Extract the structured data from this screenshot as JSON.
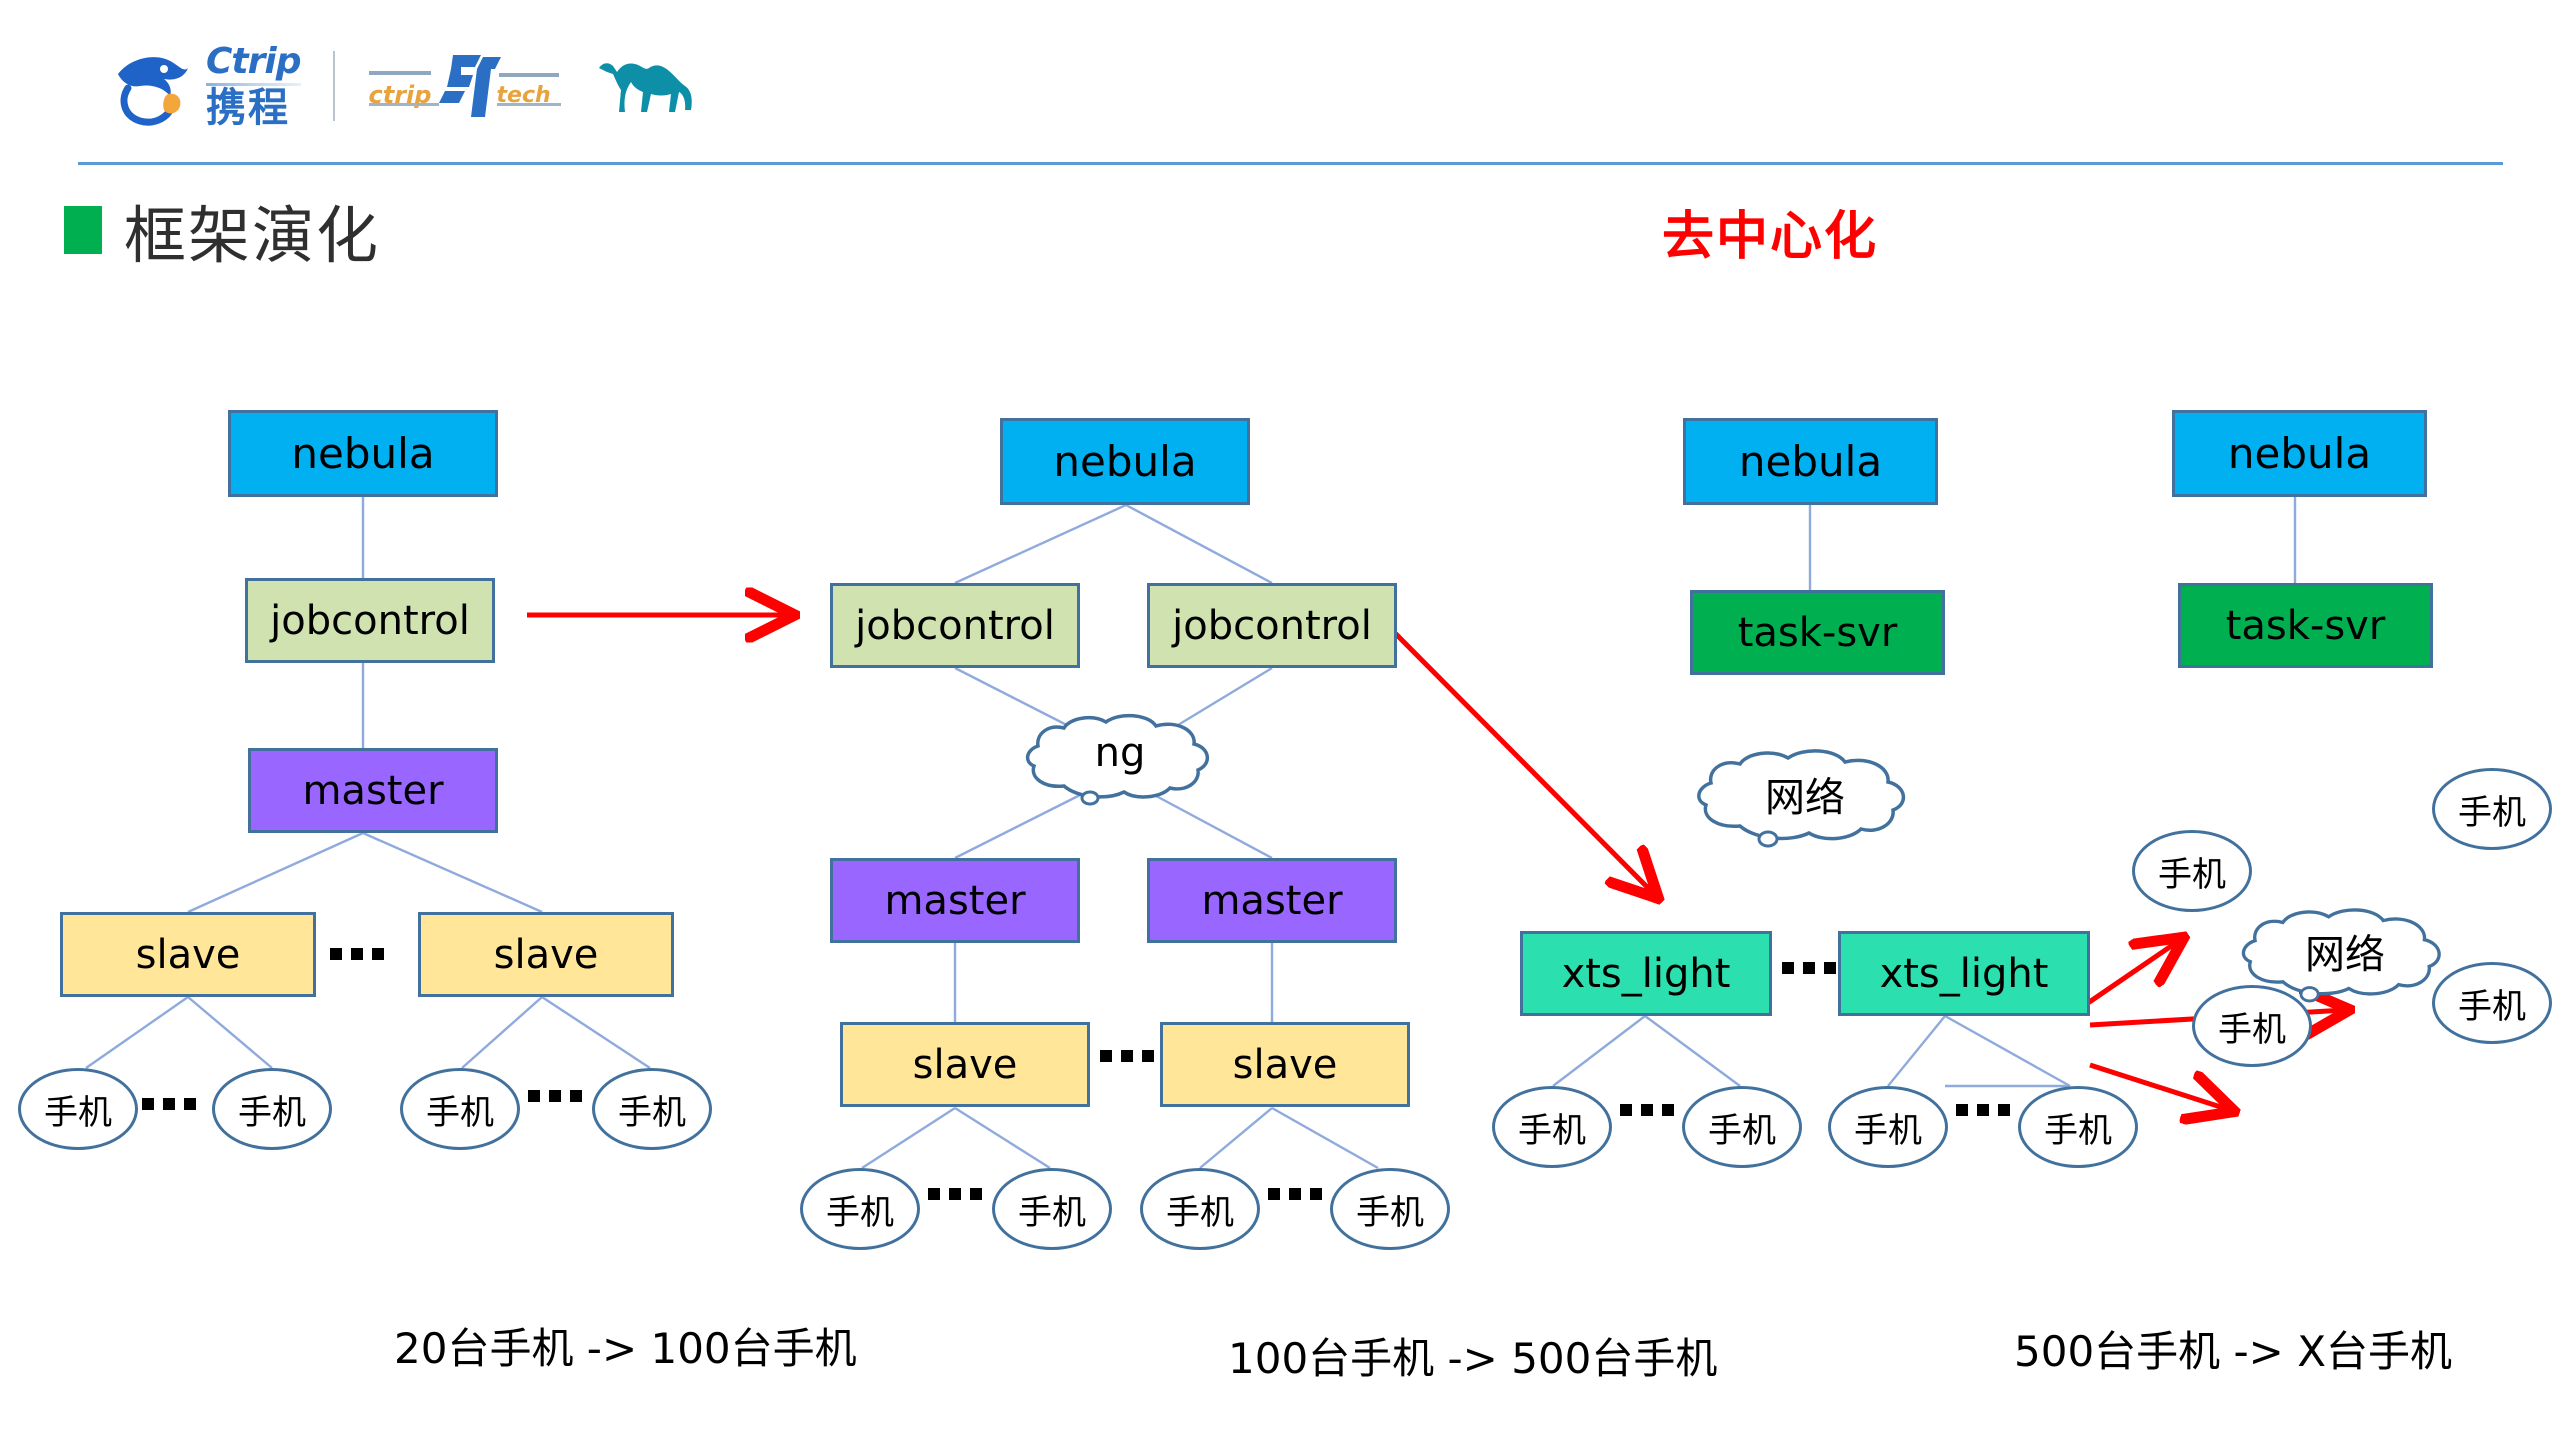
{
  "header": {
    "logos": [
      {
        "name": "ctrip-logo",
        "en": "Ctrip",
        "cn": "携程"
      },
      {
        "name": "ctrip-tech-logo",
        "left": "ctrip",
        "right": "tech"
      },
      {
        "name": "camel-logo",
        "alt": "camel"
      }
    ]
  },
  "title": {
    "bullet_color": "#00b050",
    "text": "框架演化"
  },
  "decentralize": {
    "text": "去中心化",
    "color": "#ff0000"
  },
  "colors": {
    "nebula": "#00b0f0",
    "jobcontrol": "#cfe2b0",
    "master": "#9966ff",
    "slave": "#ffe699",
    "task_svr": "#00b050",
    "xts_light": "#2be0ae",
    "node_border": "#41719c",
    "connector": "#8faadc",
    "arrow": "#ff0000",
    "rule": "#5b9bd5"
  },
  "labels": {
    "nebula": "nebula",
    "jobcontrol": "jobcontrol",
    "master": "master",
    "slave": "slave",
    "task_svr": "task-svr",
    "xts_light": "xts_light",
    "phone": "手机",
    "ng": "ng",
    "network": "网络"
  },
  "stages": [
    {
      "id": "stage-1",
      "caption": "20台手机  -> 100台手机",
      "nodes": [
        "nebula",
        "jobcontrol",
        "master",
        "slave",
        "slave"
      ],
      "phone_count": 4
    },
    {
      "id": "stage-2",
      "caption": "100台手机  -> 500台手机",
      "nodes": [
        "nebula",
        "jobcontrol",
        "jobcontrol",
        "ng",
        "master",
        "master",
        "slave",
        "slave"
      ],
      "phone_count": 4
    },
    {
      "id": "stage-3",
      "caption": "500台手机  -> X台手机",
      "nodes": [
        "nebula",
        "task-svr",
        "网络",
        "xts_light",
        "xts_light"
      ],
      "phone_count": 4
    },
    {
      "id": "stage-4",
      "caption": "",
      "nodes": [
        "nebula",
        "task-svr",
        "网络"
      ],
      "phone_count": 4
    }
  ],
  "captions": [
    "20台手机  -> 100台手机",
    "100台手机  -> 500台手机",
    "500台手机  -> X台手机"
  ]
}
